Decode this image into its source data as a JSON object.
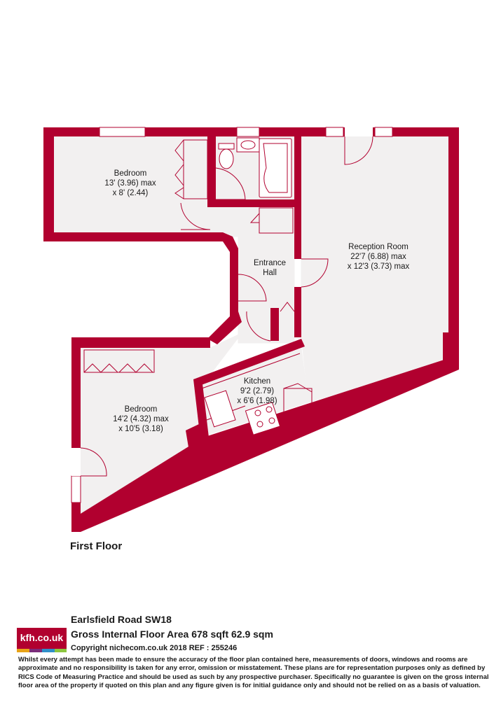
{
  "colors": {
    "wall": "#b1002f",
    "floor": "#f2f0f0",
    "fixture": "#b1002f",
    "logo_bg": "#b1002f",
    "logo_bars": [
      "#e8a317",
      "#7a2d7a",
      "#2f8fc8",
      "#8cc63f"
    ]
  },
  "rooms": {
    "bedroom1": {
      "name": "Bedroom",
      "dim1": "13' (3.96) max",
      "dim2": "x 8' (2.44)"
    },
    "reception": {
      "name": "Reception Room",
      "dim1": "22'7 (6.88) max",
      "dim2": "x 12'3 (3.73) max"
    },
    "hall": {
      "name": "Entrance",
      "dim1": "Hall"
    },
    "kitchen": {
      "name": "Kitchen",
      "dim1": "9'2 (2.79)",
      "dim2": "x 6'6 (1.98)"
    },
    "bedroom2": {
      "name": "Bedroom",
      "dim1": "14'2 (4.32) max",
      "dim2": "x 10'5 (3.18)"
    }
  },
  "floor_label": "First Floor",
  "footer": {
    "logo": "kfh.co.uk",
    "address": "Earlsfield Road SW18",
    "area": "Gross Internal Floor Area 678 sqft 62.9 sqm",
    "copyright": "Copyright nichecom.co.uk 2018 REF : 255246",
    "disclaimer": "Whilst every attempt has been made to ensure the accuracy of the floor plan contained here, measurements of doors, windows and rooms are approximate and no responsibility is taken for any error, omission or misstatement.  These plans are for representation purposes only as defined by RICS Code of Measuring Practice and should be used as such by any prospective purchaser.  Specifically no guarantee is given on the gross internal floor area of the property if quoted on this plan and any figure given is for initial guidance only and should not be relied on as a basis of valuation."
  }
}
